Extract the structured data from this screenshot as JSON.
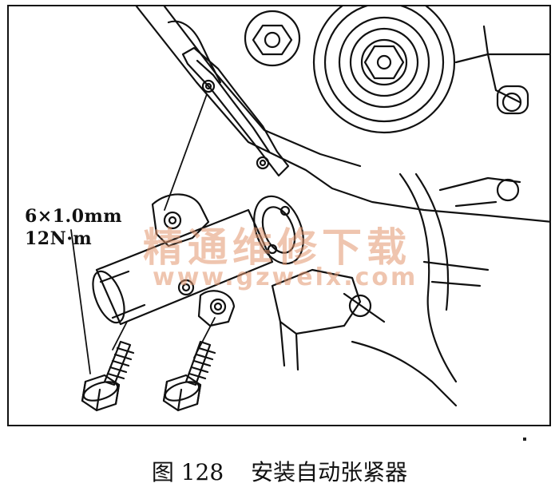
{
  "figure": {
    "spec_line1": "6×1.0mm",
    "spec_line2": "12N·m",
    "watermark_cn": "精通维修下载",
    "watermark_url": "www.gzweix.com",
    "caption_number": "图 128",
    "caption_text": "安装自动张紧器"
  },
  "colors": {
    "line": "#111111",
    "watermark": "#e2966e"
  }
}
